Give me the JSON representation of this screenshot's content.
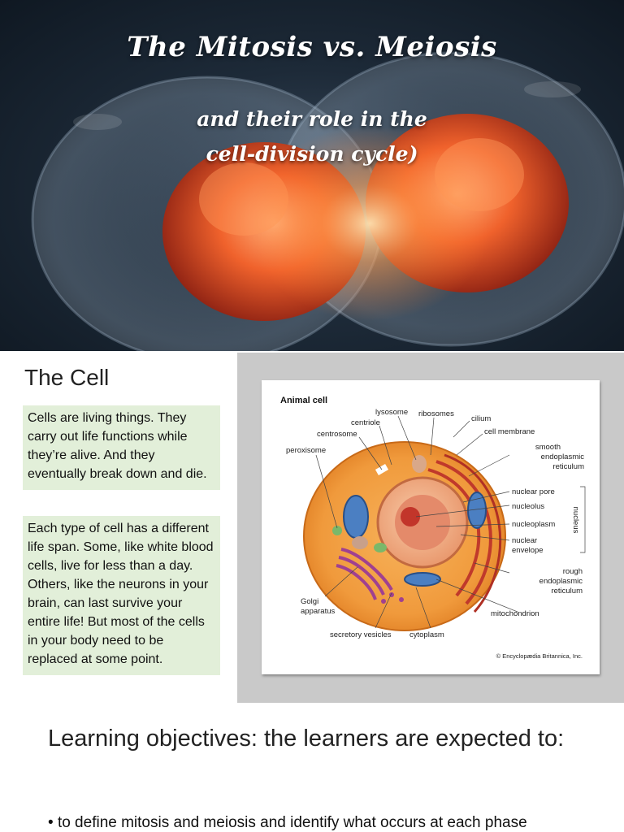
{
  "hero": {
    "title": "The Mitosis vs. Meiosis",
    "subtitle_line1": "and their role in the",
    "subtitle_line2": "cell-division cycle)"
  },
  "cell_section": {
    "heading": "The Cell",
    "note1": "Cells are living things. They carry out life functions while they’re alive. And they eventually break down and die.",
    "note2": "Each type of cell has a different life span. Some, like white blood cells, live for less than a day. Others, like the neurons in your brain, can last survive your entire life! But most of the cells in your body need to be replaced at some point."
  },
  "diagram": {
    "title": "Animal cell",
    "labels": {
      "lysosome": "lysosome",
      "ribosomes": "ribosomes",
      "cilium": "cilium",
      "centriole": "centriole",
      "centrosome": "centrosome",
      "cell_membrane": "cell membrane",
      "peroxisome": "peroxisome",
      "smooth_er_1": "smooth",
      "smooth_er_2": "endoplasmic",
      "smooth_er_3": "reticulum",
      "nuclear_pore": "nuclear pore",
      "nucleolus": "nucleolus",
      "nucleoplasm": "nucleoplasm",
      "nuclear_envelope_1": "nuclear",
      "nuclear_envelope_2": "envelope",
      "nucleus": "nucleus",
      "rough_er_1": "rough",
      "rough_er_2": "endoplasmic",
      "rough_er_3": "reticulum",
      "golgi_1": "Golgi",
      "golgi_2": "apparatus",
      "mitochondrion": "mitochondrion",
      "secretory_vesicles": "secretory vesicles",
      "cytoplasm": "cytoplasm"
    },
    "credit": "© Encyclopædia Britannica, Inc."
  },
  "objectives": {
    "heading": "Learning objectives: the learners are expected to:",
    "items": [
      "to define mitosis and meiosis and identify what occurs at each phase"
    ]
  }
}
